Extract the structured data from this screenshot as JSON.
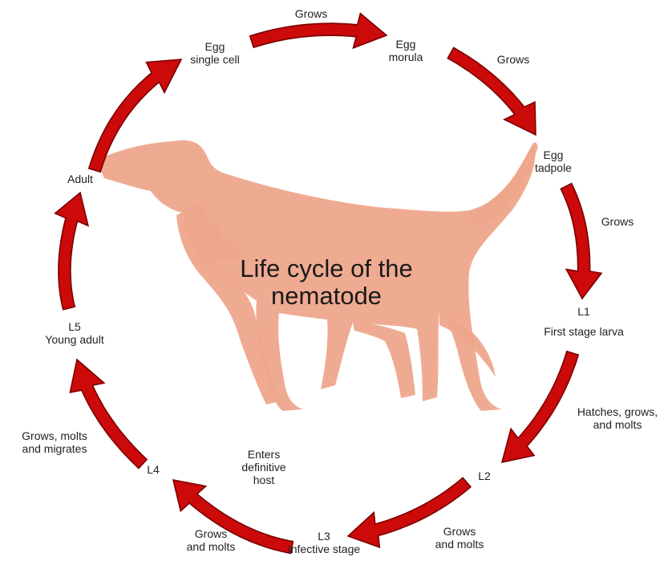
{
  "title": [
    "Life cycle of the",
    "nematode"
  ],
  "stages": {
    "egg_single_cell": [
      "Egg",
      "single cell"
    ],
    "egg_morula": [
      "Egg",
      "morula"
    ],
    "egg_tadpole": [
      "Egg",
      "tadpole"
    ],
    "l1": [
      "L1",
      "First stage larva"
    ],
    "l2": "L2",
    "l3": [
      "L3",
      "Infective stage"
    ],
    "l4": "L4",
    "l5": [
      "L5",
      "Young adult"
    ],
    "adult": "Adult"
  },
  "transitions": {
    "top": "Grows",
    "upper_right": "Grows",
    "right": "Grows",
    "l1_to_l2": [
      "Hatches, grows,",
      "and molts"
    ],
    "l2_to_l3": [
      "Grows",
      "and molts"
    ],
    "l3_note": [
      "Enters",
      "definitive",
      "host"
    ],
    "l3_to_l4": [
      "Grows",
      "and molts"
    ],
    "l4_to_l5": [
      "Grows, molts",
      "and migrates"
    ]
  },
  "colors": {
    "arrow": "#cc0a0a",
    "arrow_outline": "#7a0000",
    "silhouette": "#eea68c"
  }
}
